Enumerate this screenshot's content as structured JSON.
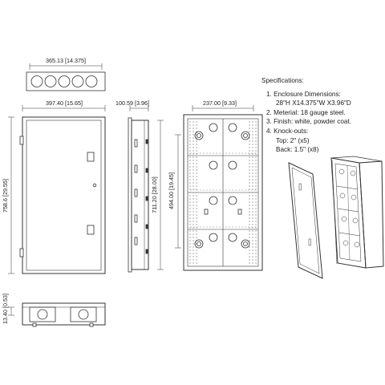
{
  "dimensions": {
    "top_view_width": "365.13 [14.375]",
    "front_width": "397.40 [15.65]",
    "side_depth": "100.59 [3.96]",
    "back_width": "237.00 [9.33]",
    "front_height": "758.6 [29.55]",
    "side_height": "711.20 [28.00]",
    "back_spacing": "494.00 [19.45]",
    "bottom_height": "13.40 [0.53]"
  },
  "specifications": {
    "heading": "Specifications:",
    "items": [
      {
        "lines": [
          "1. Enclosure Dimensions:",
          "28\"H X14.375\"W X3.96\"D"
        ]
      },
      {
        "lines": [
          "2. Meterial: 18 gauge steel."
        ]
      },
      {
        "lines": [
          "3. Finish: white, powder coat."
        ]
      },
      {
        "lines": [
          "4. Knock-outs:",
          "Top: 2\" (x5)",
          "Back: 1.5\" (x8)"
        ]
      }
    ]
  },
  "colors": {
    "line": "#333333",
    "background": "#ffffff"
  }
}
